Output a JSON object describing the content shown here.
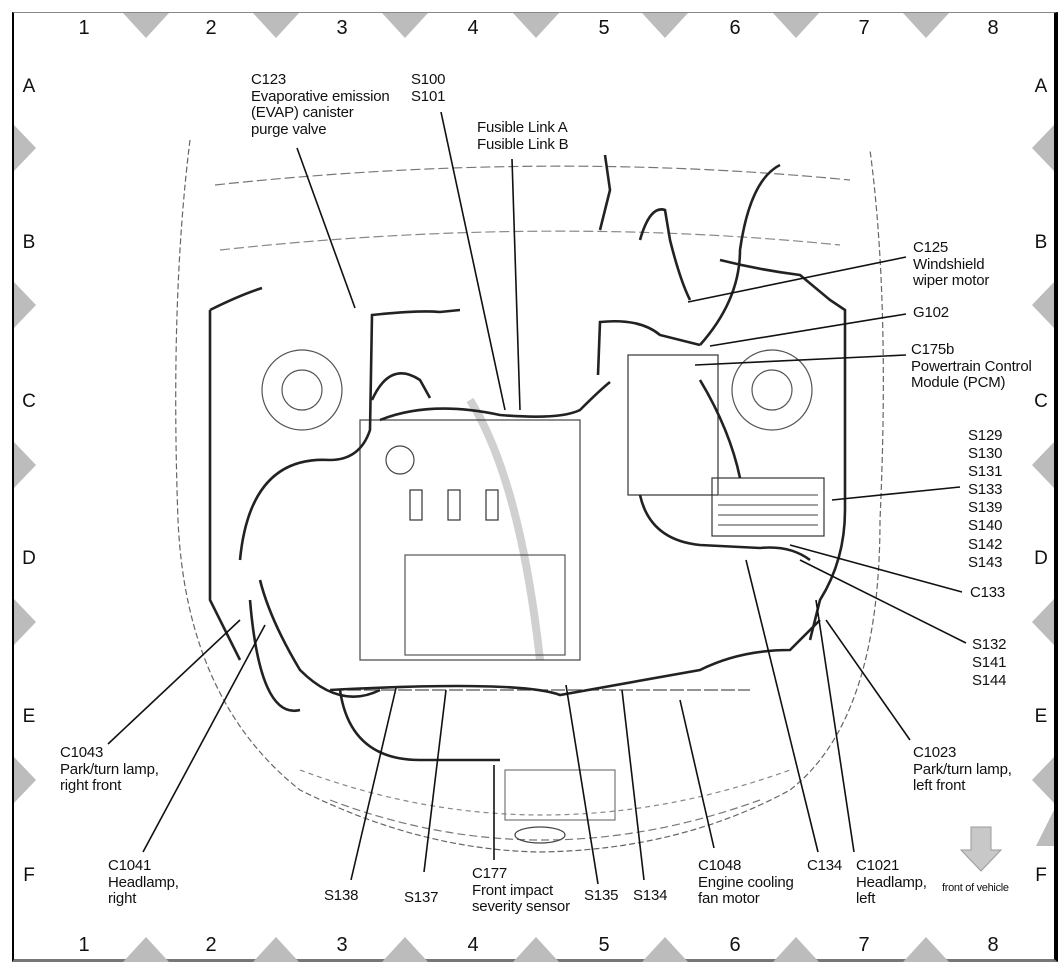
{
  "diagram": {
    "type": "connector-location",
    "subject": "Engine compartment wiring harness, top view",
    "grid": {
      "columns": [
        "1",
        "2",
        "3",
        "4",
        "5",
        "6",
        "7",
        "8"
      ],
      "rows": [
        "A",
        "B",
        "C",
        "D",
        "E",
        "F"
      ]
    },
    "orientation_note": "front of vehicle",
    "orientation_icon": "down-arrow-icon",
    "callouts": [
      {
        "id": "c123",
        "lines": [
          "C123",
          "Evaporative emission",
          "(EVAP) canister",
          "purge valve"
        ]
      },
      {
        "id": "s100",
        "lines": [
          "S100",
          "S101"
        ]
      },
      {
        "id": "fusible",
        "lines": [
          "Fusible Link A",
          "Fusible Link B"
        ]
      },
      {
        "id": "c125",
        "lines": [
          "C125",
          "Windshield",
          "wiper motor"
        ]
      },
      {
        "id": "g102",
        "lines": [
          "G102"
        ]
      },
      {
        "id": "c175b",
        "lines": [
          "C175b",
          "Powertrain Control",
          "Module (PCM)"
        ]
      },
      {
        "id": "s129",
        "lines": [
          "S129",
          "S130",
          "S131",
          "S133",
          "S139",
          "S140",
          "S142",
          "S143"
        ]
      },
      {
        "id": "c133",
        "lines": [
          "C133"
        ]
      },
      {
        "id": "s132",
        "lines": [
          "S132",
          "S141",
          "S144"
        ]
      },
      {
        "id": "c1023",
        "lines": [
          "C1023",
          "Park/turn lamp,",
          "left front"
        ]
      },
      {
        "id": "c1043",
        "lines": [
          "C1043",
          "Park/turn lamp,",
          "right front"
        ]
      },
      {
        "id": "c1041",
        "lines": [
          "C1041",
          "Headlamp,",
          "right"
        ]
      },
      {
        "id": "s138",
        "lines": [
          "S138"
        ]
      },
      {
        "id": "s137",
        "lines": [
          "S137"
        ]
      },
      {
        "id": "c177",
        "lines": [
          "C177",
          "Front impact",
          "severity sensor"
        ]
      },
      {
        "id": "s135",
        "lines": [
          "S135"
        ]
      },
      {
        "id": "s134",
        "lines": [
          "S134"
        ]
      },
      {
        "id": "c1048",
        "lines": [
          "C1048",
          "Engine cooling",
          "fan motor"
        ]
      },
      {
        "id": "c134",
        "lines": [
          "C134"
        ]
      },
      {
        "id": "c1021",
        "lines": [
          "C1021",
          "Headlamp,",
          "left"
        ]
      }
    ],
    "colors": {
      "grid_marker": "#bcbcbc",
      "line": "#111111",
      "drawing": "#333333"
    }
  }
}
